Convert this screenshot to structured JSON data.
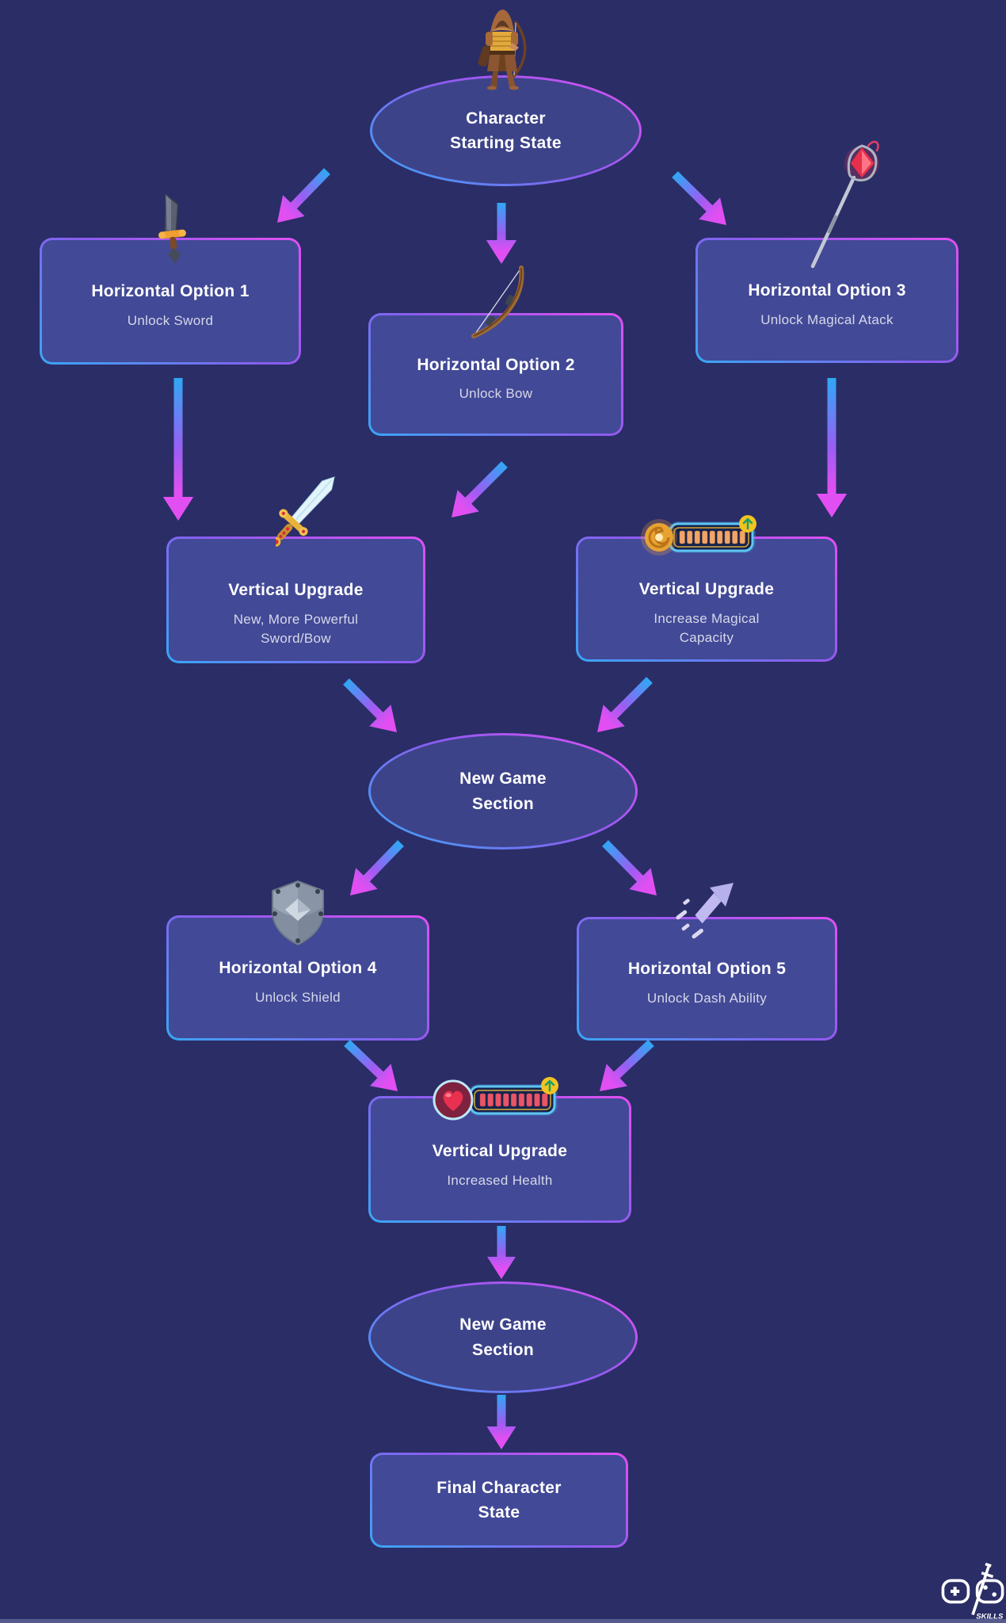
{
  "colors": {
    "background": "#2b2d66",
    "box_fill": "#424996",
    "ellipse_fill": "#3d4389",
    "border_blue": "#38a7f5",
    "border_magenta": "#e24ff2",
    "arrow_blue": "#2fa8f5",
    "arrow_purple": "#9a5ef3",
    "arrow_magenta": "#e14ff2",
    "title_text": "#ffffff",
    "subtitle_text": "#d6d8ea"
  },
  "flow": {
    "start": {
      "title": "Character\nStarting State",
      "icon": "archer-character-icon"
    },
    "row1": [
      {
        "title": "Horizontal Option 1",
        "subtitle": "Unlock Sword",
        "icon": "stone-sword-icon"
      },
      {
        "title": "Horizontal Option 2",
        "subtitle": "Unlock Bow",
        "icon": "bow-icon"
      },
      {
        "title": "Horizontal Option 3",
        "subtitle": "Unlock Magical Atack",
        "icon": "magic-staff-icon"
      }
    ],
    "upgrades": [
      {
        "title": "Vertical Upgrade",
        "subtitle": "New, More Powerful\nSword/Bow",
        "icon": "ornate-sword-icon"
      },
      {
        "title": "Vertical Upgrade",
        "subtitle": "Increase Magical\nCapacity",
        "icon": "magic-meter-icon"
      }
    ],
    "section1": {
      "title": "New Game\nSection"
    },
    "row2": [
      {
        "title": "Horizontal Option 4",
        "subtitle": "Unlock Shield",
        "icon": "shield-icon"
      },
      {
        "title": "Horizontal Option 5",
        "subtitle": "Unlock Dash Ability",
        "icon": "dash-arrow-icon"
      }
    ],
    "upgrade_health": {
      "title": "Vertical Upgrade",
      "subtitle": "Increased Health",
      "icon": "health-meter-icon"
    },
    "section2": {
      "title": "New Game\nSection"
    },
    "final": {
      "title": "Final Character\nState"
    }
  },
  "logo": {
    "label": "SKILLS"
  }
}
